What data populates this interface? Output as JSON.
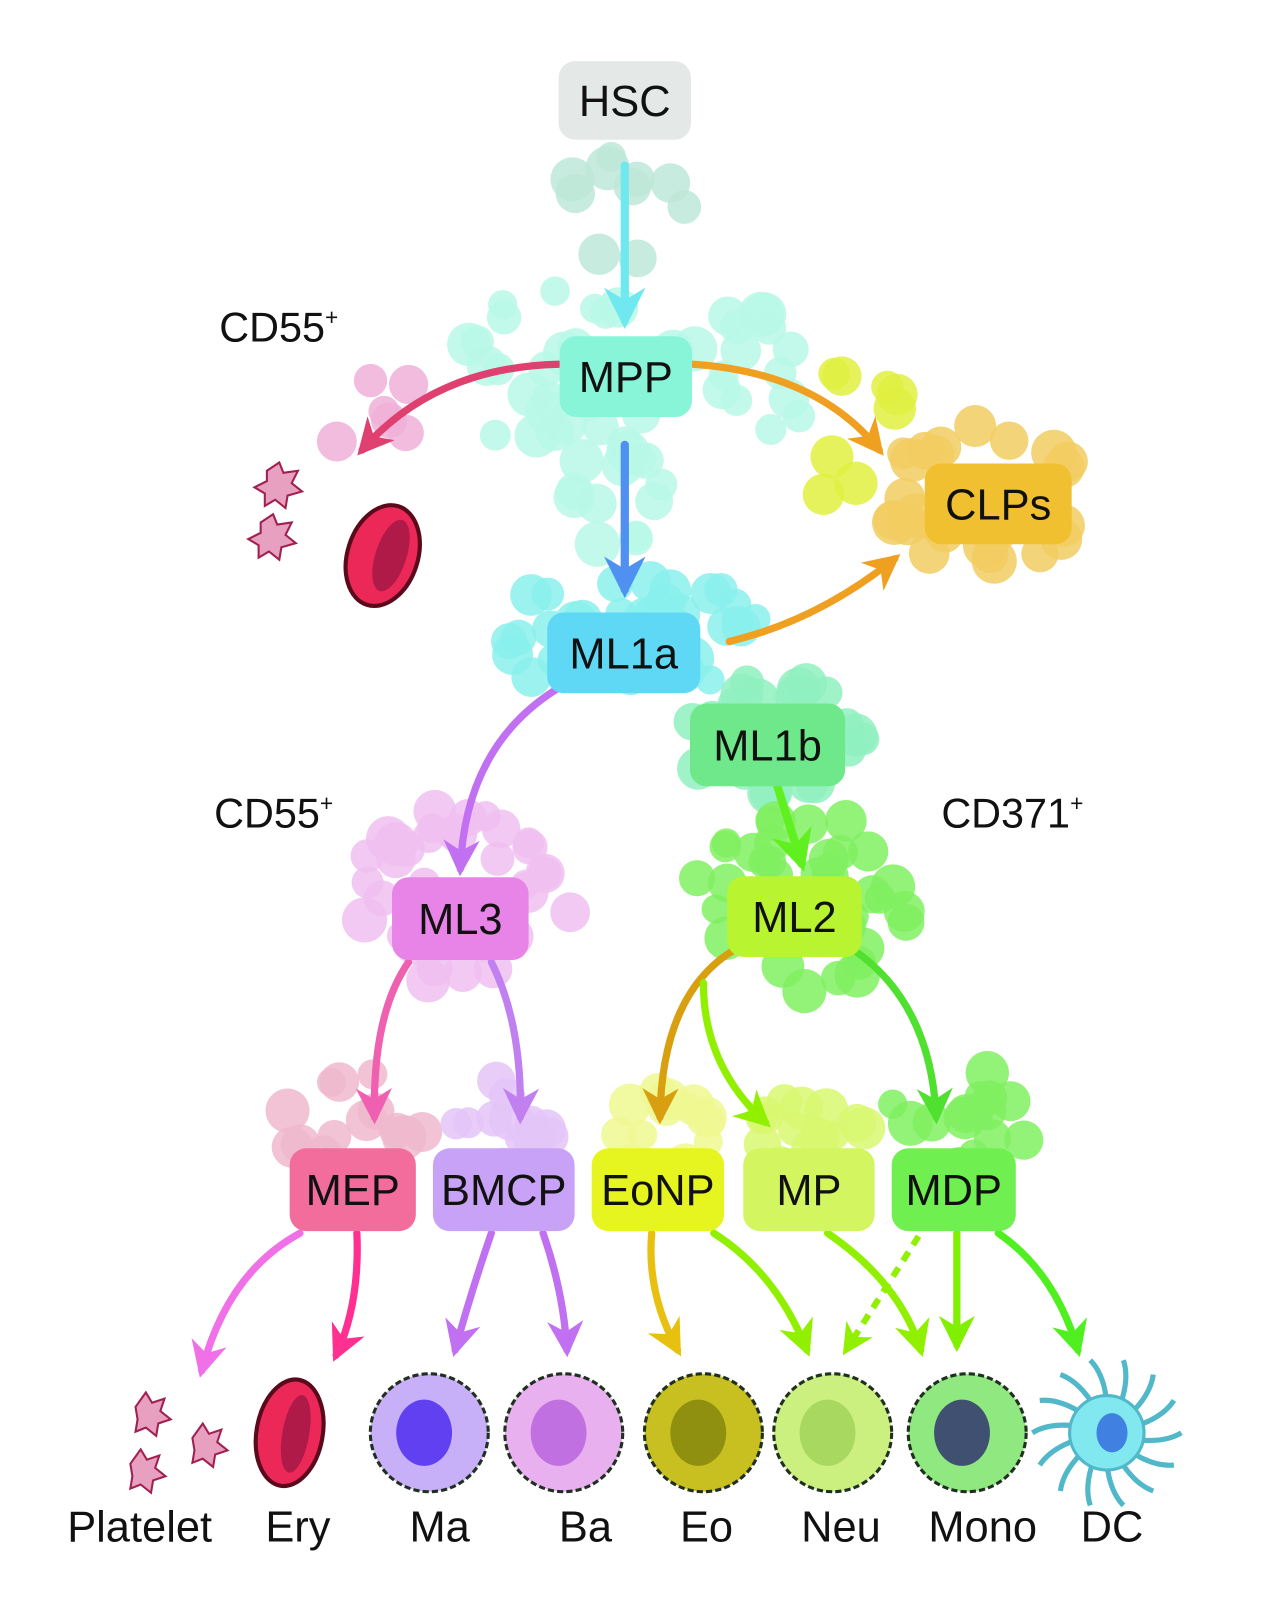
{
  "nodes": {
    "hsc": {
      "label": "HSC",
      "color": "#e4e9e8",
      "bubble": "#bde8d8"
    },
    "mpp": {
      "label": "MPP",
      "color": "#88f5d8",
      "bubble": "#b8f8e6"
    },
    "clps": {
      "label": "CLPs",
      "color": "#f0c030",
      "bubble": "#f2cc60"
    },
    "ml1a": {
      "label": "ML1a",
      "color": "#5fd8f6",
      "bubble": "#8af0ec"
    },
    "ml1b": {
      "label": "ML1b",
      "color": "#6ee88a",
      "bubble": "#8ff0c0"
    },
    "ml3": {
      "label": "ML3",
      "color": "#e883e8",
      "bubble": "#f0c0f0"
    },
    "ml2": {
      "label": "ML2",
      "color": "#b8f530",
      "bubble": "#80f060"
    },
    "mep": {
      "label": "MEP",
      "color": "#f26d9c",
      "bubble": "#f0b8cc"
    },
    "bmcp": {
      "label": "BMCP",
      "color": "#c8a2f6",
      "bubble": "#e4c4f8"
    },
    "eonp": {
      "label": "EoNP",
      "color": "#e6f520",
      "bubble": "#eef890"
    },
    "mp": {
      "label": "MP",
      "color": "#d2f560",
      "bubble": "#d8f870"
    },
    "mdp": {
      "label": "MDP",
      "color": "#70ef50",
      "bubble": "#80f060"
    }
  },
  "markers": {
    "cd55_top": {
      "text": "CD55",
      "sup": "+"
    },
    "cd55_mid": {
      "text": "CD55",
      "sup": "+"
    },
    "cd371": {
      "text": "CD371",
      "sup": "+"
    }
  },
  "cells": [
    {
      "label": "Platelet",
      "icon": "platelet-icon"
    },
    {
      "label": "Ery",
      "icon": "erythrocyte-icon"
    },
    {
      "label": "Ma",
      "icon": "mast-cell-icon"
    },
    {
      "label": "Ba",
      "icon": "basophil-icon"
    },
    {
      "label": "Eo",
      "icon": "eosinophil-icon"
    },
    {
      "label": "Neu",
      "icon": "neutrophil-icon"
    },
    {
      "label": "Mono",
      "icon": "monocyte-icon"
    },
    {
      "label": "DC",
      "icon": "dendritic-cell-icon"
    }
  ]
}
